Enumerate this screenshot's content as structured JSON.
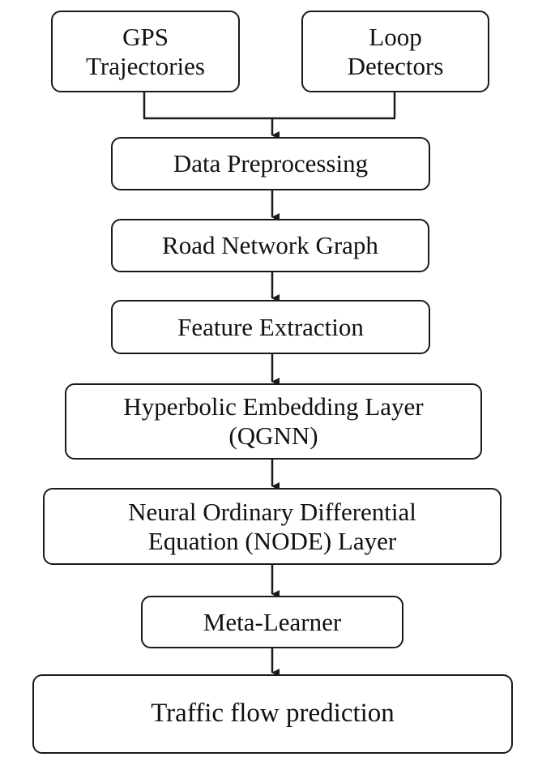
{
  "nodes": {
    "gps": {
      "lines": [
        "GPS",
        "Trajectories"
      ]
    },
    "loop": {
      "lines": [
        "Loop",
        "Detectors"
      ]
    },
    "preprocessing": {
      "lines": [
        "Data Preprocessing"
      ]
    },
    "road_graph": {
      "lines": [
        "Road Network Graph"
      ]
    },
    "feature": {
      "lines": [
        "Feature Extraction"
      ]
    },
    "hyperbolic": {
      "lines": [
        "Hyperbolic Embedding Layer",
        "(QGNN)"
      ]
    },
    "node_layer": {
      "lines": [
        "Neural Ordinary Differential",
        "Equation (NODE) Layer"
      ]
    },
    "meta": {
      "lines": [
        "Meta-Learner"
      ]
    },
    "prediction": {
      "lines": [
        "Traffic flow prediction"
      ]
    }
  },
  "colors": {
    "stroke": "#1a1a1a",
    "text": "#111111",
    "background": "#ffffff"
  }
}
